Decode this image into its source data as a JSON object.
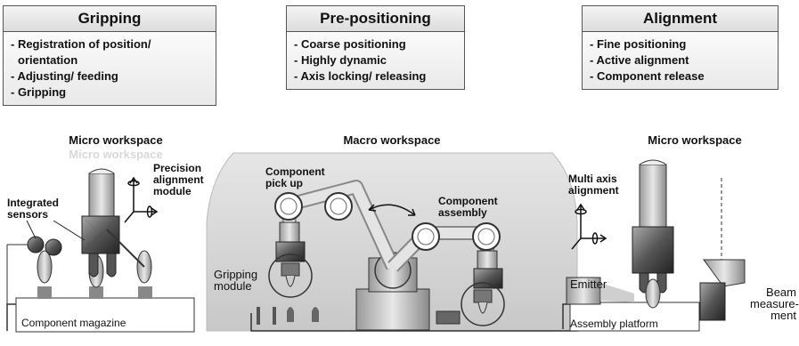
{
  "phases": [
    {
      "title": "Gripping",
      "items": [
        "- Registration of position/",
        "  orientation",
        "- Adjusting/ feeding",
        "- Gripping"
      ]
    },
    {
      "title": "Pre-positioning",
      "items": [
        "- Coarse positioning",
        "- Highly dynamic",
        "- Axis locking/ releasing"
      ]
    },
    {
      "title": "Alignment",
      "items": [
        "- Fine positioning",
        "- Active alignment",
        "- Component release"
      ]
    }
  ],
  "workspaces": {
    "left": "Micro workspace",
    "left_ghost": "Micro workspace",
    "center": "Macro workspace",
    "right": "Micro workspace"
  },
  "labels": {
    "integrated_sensors": "Integrated sensors",
    "precision_module": "Precision alignment module",
    "component_magazine": "Component magazine",
    "component_pick_up": "Component pick up",
    "component_assembly": "Component assembly",
    "gripping_module": "Gripping module",
    "multi_axis": "Multi axis alignment",
    "emitter": "Emitter",
    "beam_measurement": "Beam measure- ment",
    "assembly_platform": "Assembly platform"
  }
}
